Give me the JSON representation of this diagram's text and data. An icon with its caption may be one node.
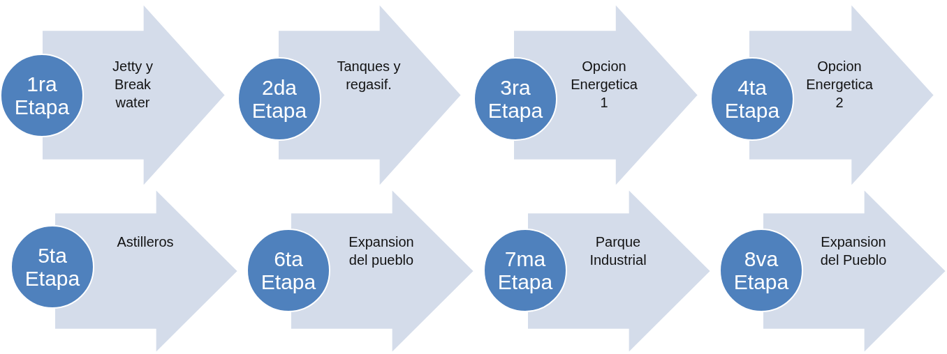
{
  "diagram": {
    "nodes": [
      {
        "text": [
          "1ra Etapa"
        ]
      },
      {
        "text": [
          "Jetty y Break water"
        ]
      },
      {
        "text": [
          "2da Etapa"
        ]
      },
      {
        "text": [
          "Tanques y regasif."
        ]
      },
      {
        "text": [
          "3ra Etapa"
        ]
      },
      {
        "text": [
          "Opcion Energetica 1"
        ]
      },
      {
        "text": [
          "4ta Etapa"
        ]
      },
      {
        "text": [
          "Opcion Energetica 2"
        ]
      },
      {
        "text": [
          "5ta Etapa"
        ]
      },
      {
        "text": [
          "Astilleros"
        ]
      },
      {
        "text": [
          "6ta Etapa"
        ]
      },
      {
        "text": [
          "Expansion del pueblo"
        ]
      },
      {
        "text": [
          "7ma Etapa"
        ]
      },
      {
        "text": [
          "Parque Industrial"
        ]
      },
      {
        "text": [
          "8va Etapa"
        ]
      },
      {
        "text": [
          "Expansion del Pueblo"
        ]
      }
    ]
  }
}
